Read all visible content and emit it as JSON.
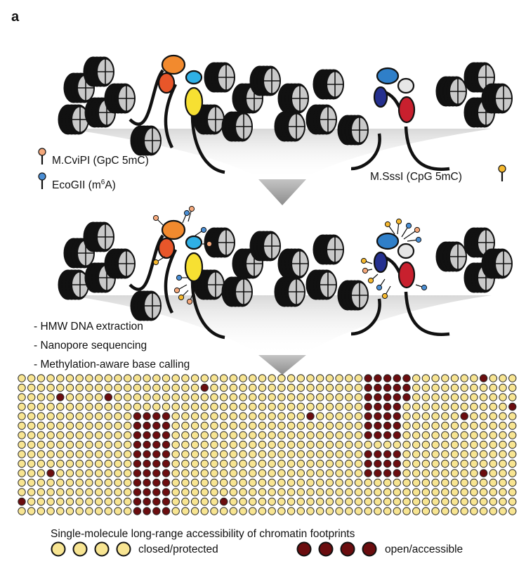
{
  "panel_label": "a",
  "enzymes": {
    "cvipi": {
      "name": "M.CviPI (GpC 5mC)",
      "color": "#f5a97c"
    },
    "ecogii": {
      "name_prefix": "EcoGII (m",
      "name_superscript": "6",
      "name_suffix": "A)",
      "color": "#4a8ed4"
    },
    "sssi": {
      "name": "M.SssI (CpG 5mC)",
      "color": "#f5b82e"
    }
  },
  "steps": [
    "- HMW DNA extraction",
    "- Nanopore sequencing",
    "- Methylation-aware base calling"
  ],
  "caption": "Single-molecule long-range accessibility of chromatin footprints",
  "legend": {
    "closed": {
      "label": "closed/protected",
      "color": "#f8e592"
    },
    "open": {
      "label": "open/accessible",
      "color": "#6b0d0f"
    }
  },
  "tf_colors": {
    "orange": "#f28a2e",
    "red_orange": "#e8562a",
    "light_blue": "#2fb0e6",
    "yellow": "#f7e032",
    "blue": "#2f7fc9",
    "navy": "#25308f",
    "light_gray": "#e6e6e6",
    "red": "#c8202e"
  },
  "matrix": {
    "rows": [
      "0000000000000000000000000000000000001111100000001000",
      "0000000000000000000100000000000000001111100000000000",
      "0000100001000000000000000000000000001111100000000000",
      "0000000000000000000000000000000000001111000000000001",
      "0000000000001111000000000000001000001111000000100000",
      "0000000000001111000000000000000000001111000000000000",
      "0000000000001111000000000000000000001111000000000000",
      "0000000000001111000000000000000000000000000000000000",
      "0000000000001111000000000000000000001111000000000000",
      "0000000000001111000000000000000000001111000000000000",
      "0001000000001111000000000000000000001111000000001000",
      "0000000000001111000000000000000000000000000000000000",
      "0000000000001111000000000000000000000000000000000000",
      "1000000000001111000001000000000000000000000000000000",
      "0000000000001111000000000000000000000000000000000000"
    ]
  }
}
